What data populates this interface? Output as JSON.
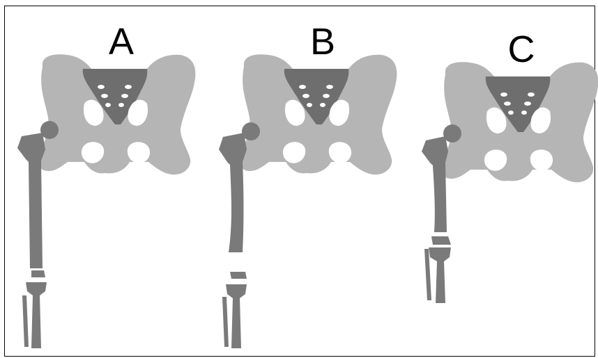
{
  "panels": [
    {
      "label": "A"
    },
    {
      "label": "B"
    },
    {
      "label": "C"
    }
  ],
  "colors": {
    "pelvis": "#b5b5b5",
    "sacrum": "#6e6e6e",
    "femur": "#7a7a7a",
    "tibia": "#7a7a7a",
    "background": "#ffffff",
    "border": "#000000"
  }
}
